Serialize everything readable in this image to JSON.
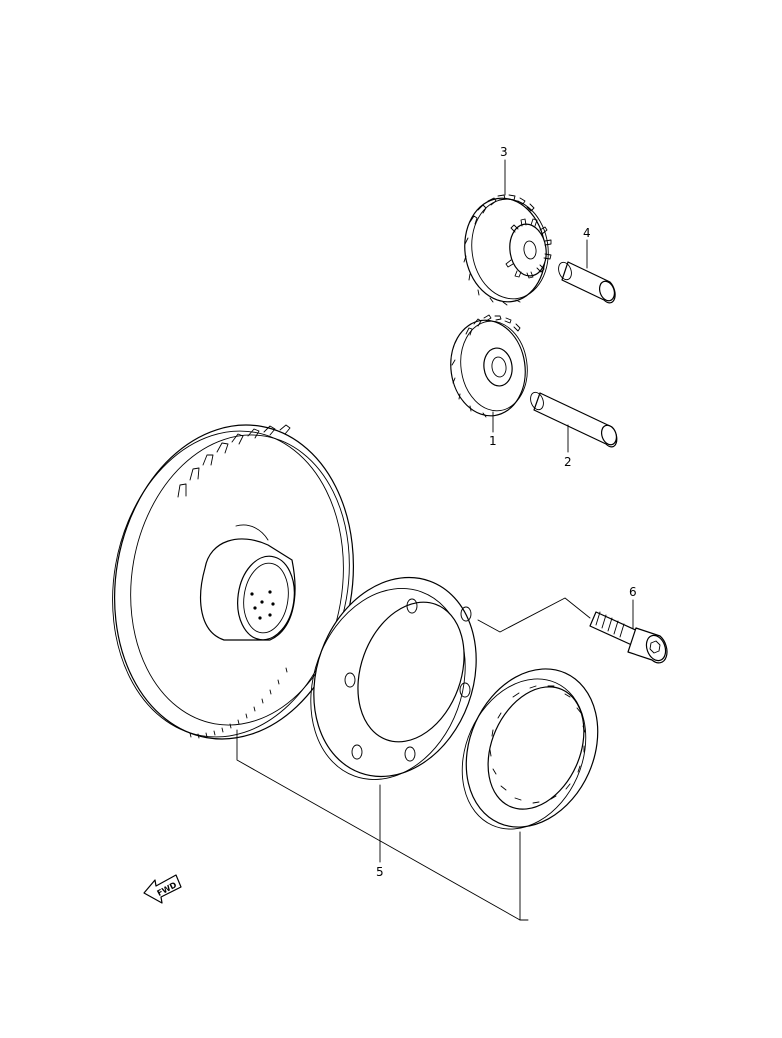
{
  "callouts": {
    "n1": "1",
    "n2": "2",
    "n3": "3",
    "n4": "4",
    "n5": "5",
    "n6": "6"
  },
  "fwd_label": "FWD",
  "line_color": "#000000",
  "background_color": "#ffffff"
}
